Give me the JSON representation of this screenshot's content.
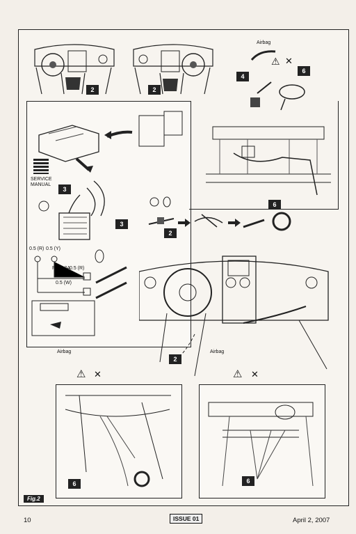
{
  "labels": {
    "airbag_top": "Airbag",
    "airbag_left": "Airbag",
    "airbag_right": "Airbag",
    "service_manual": "SERVICE MANUAL",
    "wire_1": "0.5 (R)",
    "wire_2": "0.5 (Y)",
    "fuse": "Fuse 3A",
    "wire_3": "0.5 (R)",
    "wire_4": "0.5 (W)",
    "fig": "Fig.2"
  },
  "callouts": {
    "c2a": "2",
    "c2b": "2",
    "c2c": "2",
    "c2d": "2",
    "c3a": "3",
    "c3b": "3",
    "c4": "4",
    "c6a": "6",
    "c6b": "6",
    "c6c": "6",
    "c6d": "6"
  },
  "footer": {
    "page": "10",
    "issue": "ISSUE 01",
    "date": "April 2, 2007"
  }
}
